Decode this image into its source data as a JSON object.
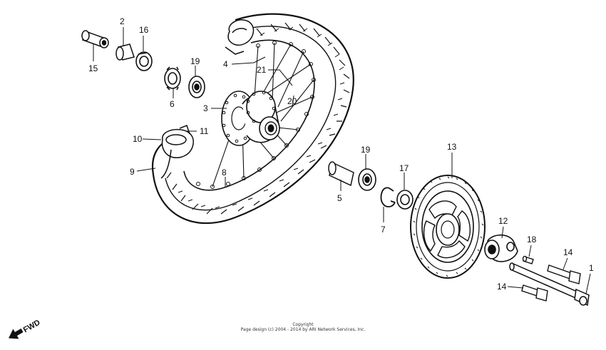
{
  "diagram": {
    "callouts": [
      "1",
      "2",
      "3",
      "4",
      "5",
      "6",
      "7",
      "8",
      "9",
      "10",
      "11",
      "12",
      "13",
      "14",
      "14",
      "15",
      "16",
      "17",
      "18",
      "19",
      "19",
      "20",
      "21"
    ]
  },
  "fwd_label": "FWD",
  "copyright": {
    "line1": "Copyright",
    "line2": "Page design (c) 2004 - 2014 by ARI Network Services, Inc."
  },
  "colors": {
    "ink": "#111111",
    "background": "#ffffff"
  }
}
